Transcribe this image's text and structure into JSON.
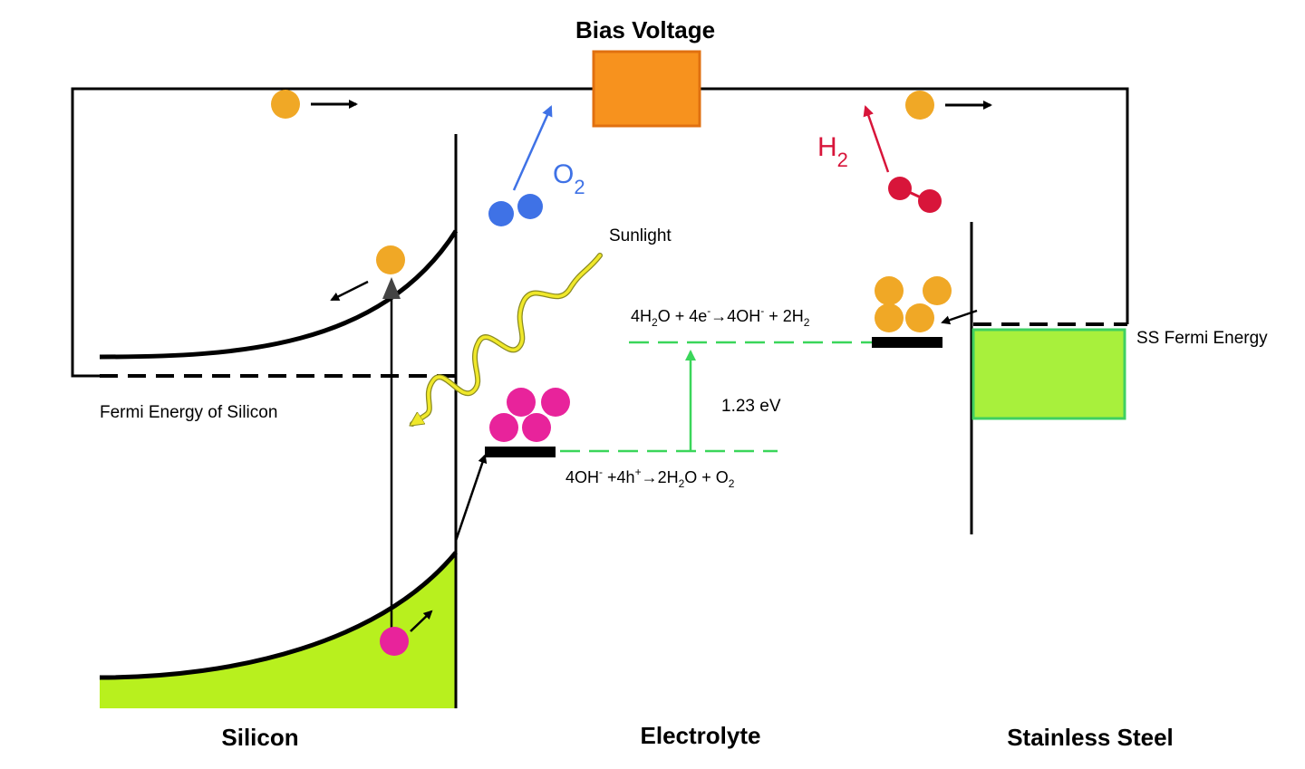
{
  "labels": {
    "bias_voltage": "Bias Voltage",
    "o2_main": "O",
    "o2_sub": "2",
    "h2_main": "H",
    "h2_sub": "2",
    "sunlight": "Sunlight",
    "fermi_silicon": "Fermi Energy of Silicon",
    "ss_fermi": "SS Fermi Energy",
    "energy_gap": "1.23 eV",
    "silicon": "Silicon",
    "electrolyte": "Electrolyte",
    "stainless_steel": "Stainless Steel"
  },
  "reduction_equation": {
    "p1": "4H",
    "s1": "2",
    "p2": "O + 4e",
    "s2": "-",
    "p3": "→4OH",
    "s3": "-",
    "p4": " + 2H",
    "s4": "2"
  },
  "oxidation_equation": {
    "p1": "4OH",
    "s1": "-",
    "p2": " +4h",
    "s2": "+",
    "p3": "→2H",
    "s3": "2",
    "p4": "O + O",
    "s4": "2"
  },
  "colors": {
    "electron": "#f0a826",
    "hole": "#e8239b",
    "oxygen": "#3f72e6",
    "hydrogen": "#d8153a",
    "bias_box": "#f7921e",
    "ss_fill": "#a8f03c",
    "silicon_fill": "#b8f01e",
    "sunlight": "#f0e82a",
    "level_dash": "#3ad65a"
  }
}
